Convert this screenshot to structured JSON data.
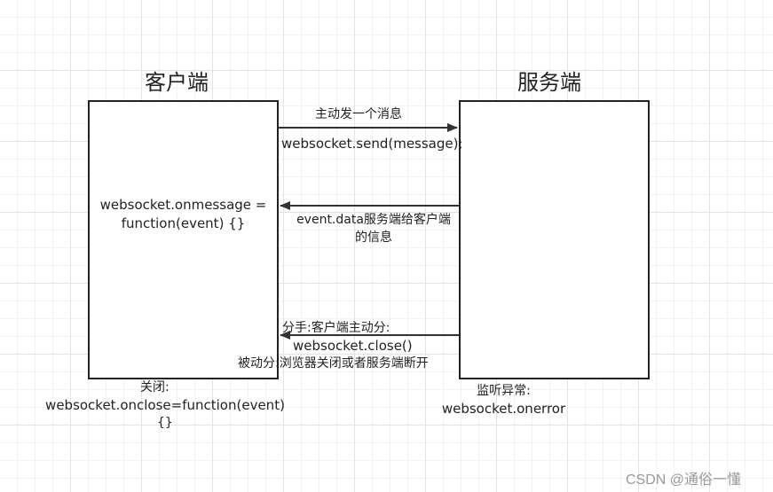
{
  "client": {
    "title": "客户端",
    "onmessage_line1": "websocket.onmessage =",
    "onmessage_line2": "function(event) {}",
    "close_label": "关闭:",
    "close_line1": "websocket.onclose=function(event)",
    "close_line2": "{}"
  },
  "server": {
    "title": "服务端",
    "error_label": "监听异常:",
    "error_code": "websocket.onerror"
  },
  "arrows": {
    "send_label": "主动发一个消息",
    "send_code": "websocket.send(message);",
    "receive_line1": "event.data服务端给客户端",
    "receive_line2": "的信息",
    "close_line1": "分手:客户端主动分:",
    "close_line2": "websocket.close()",
    "close_line3": "被动分:浏览器关闭或者服务端断开"
  },
  "watermark": "CSDN @通俗一懂"
}
